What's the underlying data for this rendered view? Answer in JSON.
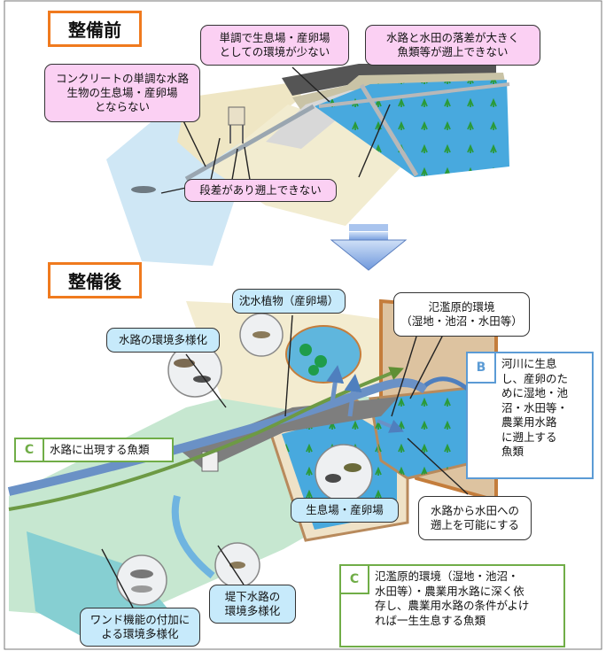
{
  "before": {
    "heading": "整備前",
    "callouts": [
      {
        "id": "monotone-habitat",
        "text": "単調で生息場・産卵場\nとしての環境が少ない"
      },
      {
        "id": "height-gap",
        "text": "水路と水田の落差が大きく\n魚類等が遡上できない"
      },
      {
        "id": "concrete-channel",
        "text": "コンクリートの単調な水路\n生物の生息場・産卵場\nとならない"
      },
      {
        "id": "step-barrier",
        "text": "段差があり遡上できない"
      }
    ]
  },
  "after": {
    "heading": "整備後",
    "callouts": [
      {
        "id": "submerged-plants",
        "text": "沈水植物（産卵場）"
      },
      {
        "id": "floodplain-env",
        "text": "氾濫原的環境\n（湿地・池沼・水田等）"
      },
      {
        "id": "channel-diversity",
        "text": "水路の環境多様化"
      },
      {
        "id": "habitat-spawning",
        "text": "生息場・産卵場"
      },
      {
        "id": "upstream-enable",
        "text": "水路から水田への\n遡上を可能にする"
      },
      {
        "id": "wando",
        "text": "ワンド機能の付加に\nよる環境多様化"
      },
      {
        "id": "embankment-channel",
        "text": "堤下水路の\n環境多様化"
      }
    ],
    "categories": [
      {
        "id": "B",
        "letter": "B",
        "color": "#5b9bd5",
        "text": "河川に生息\nし、産卵のた\nめに湿地・池\n沼・水田等・\n農業用水路\nに遡上する\n魚類"
      },
      {
        "id": "C1",
        "letter": "C",
        "color": "#70ad47",
        "text": "水路に出現する魚類"
      },
      {
        "id": "C2",
        "letter": "C",
        "color": "#70ad47",
        "text": "氾濫原的環境（湿地・池沼・\n水田等）・農業用水路に深く依\n存し、農業用水路の条件がよけ\nれば一生生息する魚類"
      }
    ]
  }
}
